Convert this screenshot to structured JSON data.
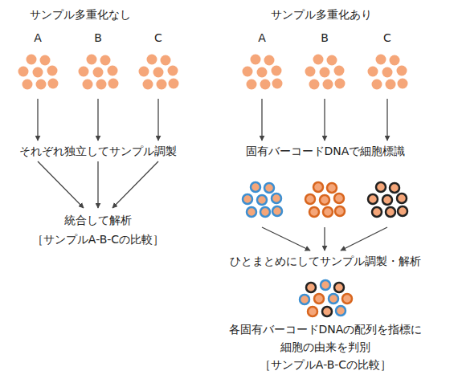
{
  "diagram": {
    "nodes": [
      {
        "text": [
          "A"
        ]
      },
      {
        "text": [
          "B"
        ]
      },
      {
        "text": [
          "C"
        ]
      },
      {
        "text": [
          "それぞれ独立してサンプル調製"
        ]
      },
      {
        "text": [
          "統合して解析",
          "［サンプルA-B-Cの比較］"
        ]
      },
      {
        "text": [
          "A"
        ]
      },
      {
        "text": [
          "B"
        ]
      },
      {
        "text": [
          "C"
        ]
      },
      {
        "text": [
          "固有バーコードDNAで細胞標識"
        ]
      },
      {
        "text": []
      },
      {
        "text": []
      },
      {
        "text": []
      },
      {
        "text": [
          "ひとまとめにしてサンプル調製・解析"
        ]
      },
      {
        "text": [
          "各固有バーコードDNAの配列を指標に 細胞の由来を判別",
          "［サンプルA-B-Cの比較］"
        ]
      }
    ],
    "edges": [
      {
        "from": 0,
        "to": 3,
        "arrow": "to"
      },
      {
        "from": 1,
        "to": 3,
        "arrow": "to"
      },
      {
        "from": 2,
        "to": 3,
        "arrow": "to"
      },
      {
        "from": 3,
        "to": 4,
        "arrow": "to"
      },
      {
        "from": 3,
        "to": 4,
        "arrow": "to"
      },
      {
        "from": 3,
        "to": 4,
        "arrow": "to"
      },
      {
        "from": 5,
        "to": 8,
        "arrow": "to"
      },
      {
        "from": 6,
        "to": 8,
        "arrow": "to"
      },
      {
        "from": 7,
        "to": 8,
        "arrow": "to"
      },
      {
        "from": 9,
        "to": 12,
        "arrow": "to"
      },
      {
        "from": 10,
        "to": 12,
        "arrow": "to"
      },
      {
        "from": 11,
        "to": 12,
        "arrow": "to"
      }
    ],
    "labels": [
      "サンプル多重化なし",
      "サンプル多重化あり"
    ]
  }
}
